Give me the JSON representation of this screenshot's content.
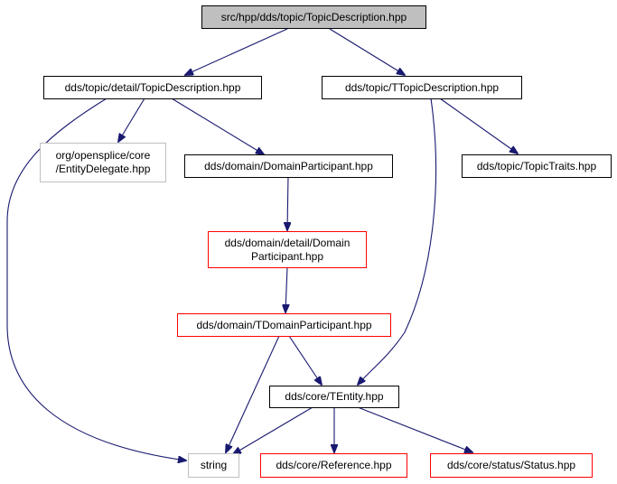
{
  "nodes": {
    "root": "src/hpp/dds/topic/TopicDescription.hpp",
    "detail_topicdescription": "dds/topic/detail/TopicDescription.hpp",
    "ttopicdescription": "dds/topic/TTopicDescription.hpp",
    "entitydelegate": [
      "org/opensplice/core",
      "/EntityDelegate.hpp"
    ],
    "domainparticipant": "dds/domain/DomainParticipant.hpp",
    "topictraits": "dds/topic/TopicTraits.hpp",
    "detail_domainparticipant": [
      "dds/domain/detail/Domain",
      "Participant.hpp"
    ],
    "tdomainparticipant": "dds/domain/TDomainParticipant.hpp",
    "tentity": "dds/core/TEntity.hpp",
    "string": "string",
    "reference": "dds/core/Reference.hpp",
    "status": "dds/core/status/Status.hpp"
  },
  "colors": {
    "edge": "#191970",
    "root_fill": "#bfbfbf",
    "external_border": "#bfbfbf",
    "incomplete_border": "#ff0000",
    "normal_border": "#000000"
  }
}
